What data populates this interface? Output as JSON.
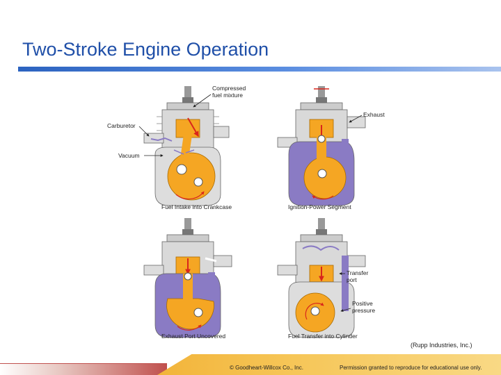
{
  "slide": {
    "title": "Two-Stroke Engine Operation",
    "credit": "(Rupp Industries, Inc.)",
    "footer_left": "© Goodheart-Willcox Co., Inc.",
    "footer_right": "Permission granted to reproduce for educational use only."
  },
  "diagram": {
    "panels": [
      {
        "caption": "Fuel Intake into Crankcase",
        "labels": {
          "compressed_1": "Compressed",
          "compressed_2": "fuel mixture",
          "carburetor": "Carburetor",
          "vacuum": "Vacuum"
        }
      },
      {
        "caption": "Ignition-Power Segment",
        "labels": {
          "exhaust": "Exhaust"
        }
      },
      {
        "caption": "Exhaust Port Uncovered",
        "labels": {}
      },
      {
        "caption": "Fuel Transfer into Cylinder",
        "labels": {
          "transfer_1": "Transfer",
          "transfer_2": "port",
          "positive_1": "Positive",
          "positive_2": "pressure"
        }
      }
    ]
  },
  "colors": {
    "engine_orange": "#f5a623",
    "mixture_purple": "#8a7bc4",
    "metal_grey": "#bfbfbf",
    "title_blue": "#1f4fa8"
  }
}
